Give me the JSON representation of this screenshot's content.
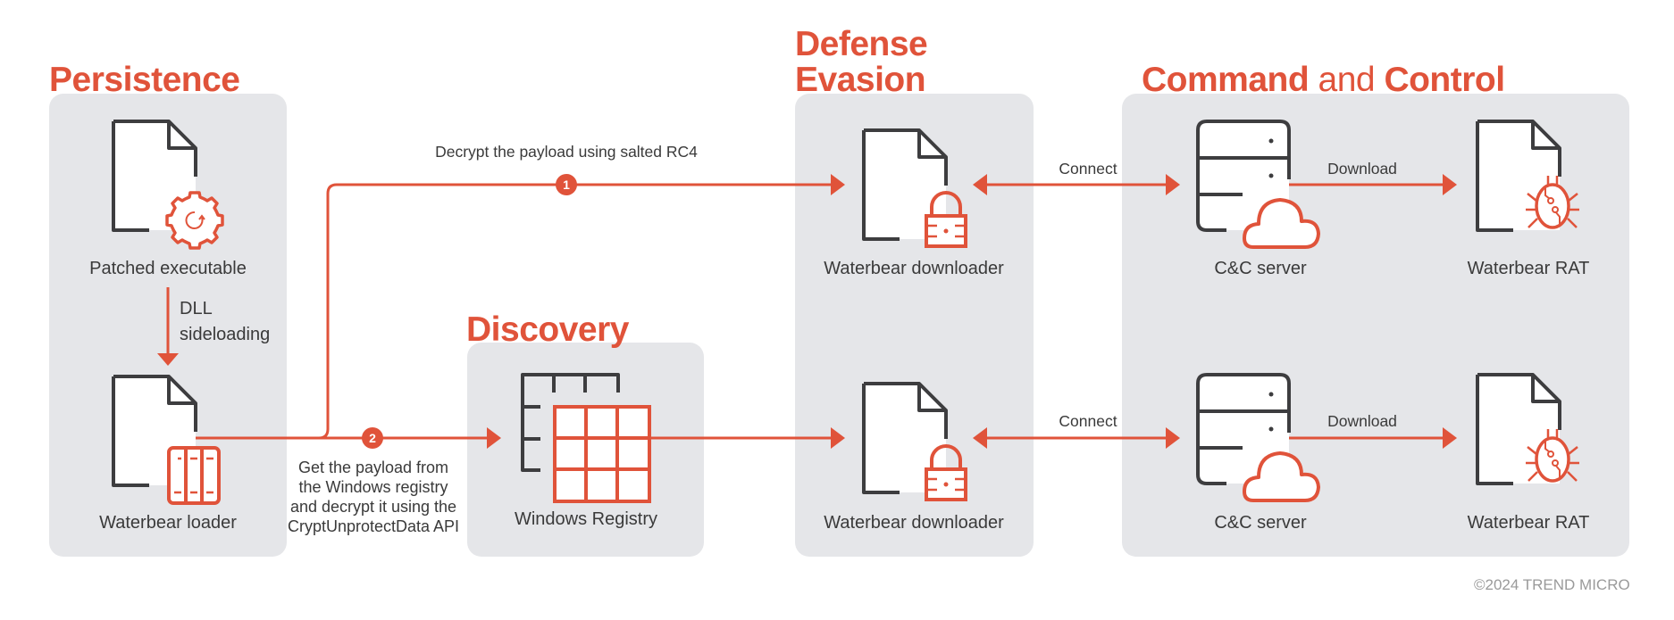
{
  "colors": {
    "accent": "#e0533a",
    "panel": "#e5e6e9",
    "icon_stroke": "#3d3d3f",
    "text": "#3a3a3a",
    "copyright": "#9a9a9a"
  },
  "sections": {
    "persistence": {
      "title": "Persistence"
    },
    "discovery": {
      "title": "Discovery"
    },
    "defense_evasion": {
      "title_line1": "Defense",
      "title_line2": "Evasion"
    },
    "command_control": {
      "title_part1": "Command",
      "title_part2": " and ",
      "title_part3": "Control"
    }
  },
  "nodes": {
    "patched_executable": {
      "label": "Patched executable",
      "icon": "document-gear-icon"
    },
    "waterbear_loader": {
      "label": "Waterbear loader",
      "icon": "document-loader-icon"
    },
    "windows_registry": {
      "label": "Windows Registry",
      "icon": "registry-grid-icon"
    },
    "downloader_1": {
      "label": "Waterbear downloader",
      "icon": "document-lock-icon"
    },
    "downloader_2": {
      "label": "Waterbear downloader",
      "icon": "document-lock-icon"
    },
    "cc_server_1": {
      "label": "C&C server",
      "icon": "server-cloud-icon"
    },
    "cc_server_2": {
      "label": "C&C server",
      "icon": "server-cloud-icon"
    },
    "rat_1": {
      "label": "Waterbear RAT",
      "icon": "document-bug-icon"
    },
    "rat_2": {
      "label": "Waterbear RAT",
      "icon": "document-bug-icon"
    }
  },
  "edges": {
    "dll_sideloading": {
      "line1": "DLL",
      "line2": "sideloading"
    },
    "route1": {
      "badge": "1",
      "label": "Decrypt the payload using salted RC4"
    },
    "route2": {
      "badge": "2",
      "lines": [
        "Get the payload from",
        "the Windows registry",
        "and decrypt it using the",
        "CryptUnprotectData API"
      ]
    },
    "connect_1": "Connect",
    "connect_2": "Connect",
    "download_1": "Download",
    "download_2": "Download"
  },
  "footer": {
    "copyright": "©2024 TREND MICRO"
  }
}
